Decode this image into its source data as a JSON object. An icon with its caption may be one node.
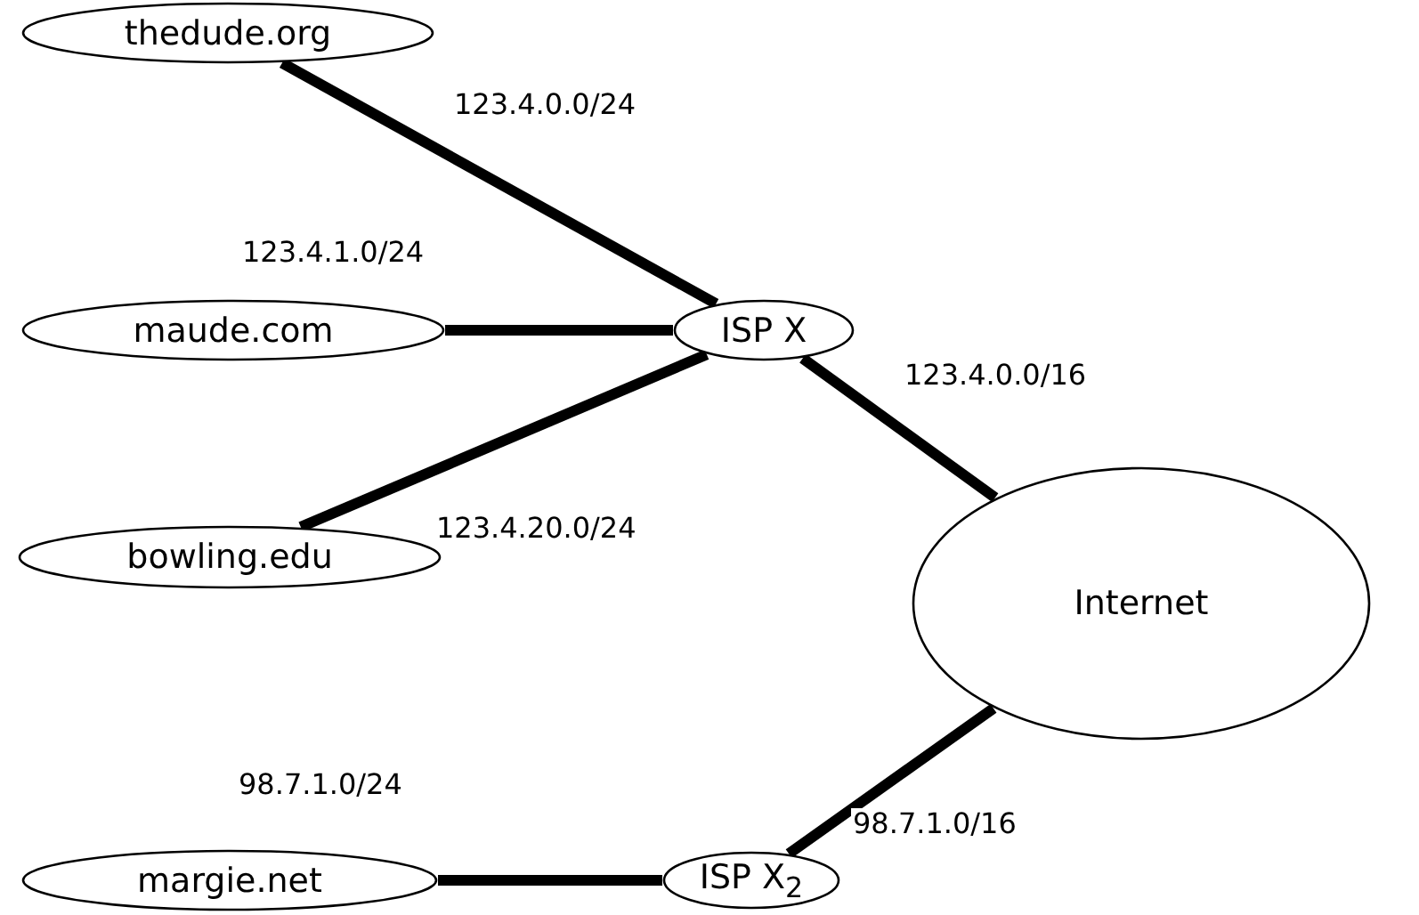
{
  "diagram": {
    "nodes": [
      {
        "text": [
          "thedude.org"
        ]
      },
      {
        "text": [
          "maude.com"
        ]
      },
      {
        "text": [
          "bowling.edu"
        ]
      },
      {
        "text": [
          "ISP X"
        ]
      },
      {
        "text": [
          "Internet"
        ]
      },
      {
        "text": [
          "margie.net"
        ]
      },
      {
        "text": [
          "ISP X$_{2}$"
        ]
      }
    ],
    "edges": [
      {
        "from": 0,
        "to": 3,
        "arrow": "none",
        "label": "123.4.0.0/24"
      },
      {
        "from": 1,
        "to": 3,
        "arrow": "none",
        "label": "123.4.1.0/24"
      },
      {
        "from": 2,
        "to": 3,
        "arrow": "none",
        "label": "123.4.20.0/24"
      },
      {
        "from": 3,
        "to": 4,
        "arrow": "none",
        "label": "123.4.0.0/16"
      },
      {
        "from": 6,
        "to": 4,
        "arrow": "none",
        "label": "98.7.1.0/16"
      },
      {
        "from": 5,
        "to": 6,
        "arrow": "none",
        "label": "98.7.1.0/24"
      }
    ]
  }
}
